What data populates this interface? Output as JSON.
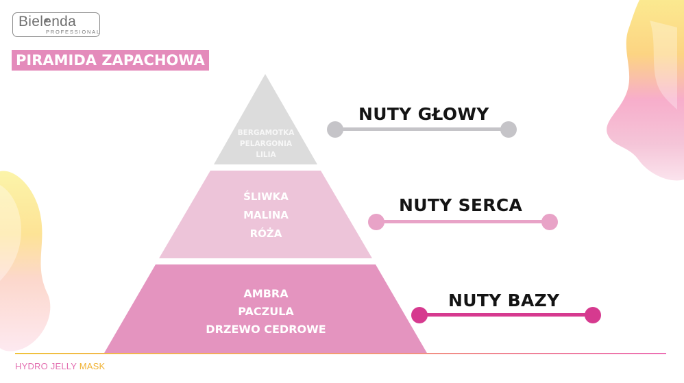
{
  "brand": {
    "name": "Bielenda",
    "sub": "PROFESSIONAL"
  },
  "title": "PIRAMIDA ZAPACHOWA",
  "pyramid": {
    "top": {
      "lines": [
        "BERGAMOTKA",
        "PELARGONIA",
        "LILIA"
      ]
    },
    "middle": {
      "lines": [
        "ŚLIWKA",
        "MALINA",
        "RÓŻA"
      ]
    },
    "base": {
      "lines": [
        "AMBRA",
        "PACZULA",
        "DRZEWO CEDROWE"
      ]
    }
  },
  "notes": [
    {
      "label": "NUTY GŁOWY",
      "color": "#c5c4c8"
    },
    {
      "label": "NUTY SERCA",
      "color": "#e8a3c7"
    },
    {
      "label": "NUTY BAZY",
      "color": "#d63a8f"
    }
  ],
  "colors": {
    "tier_top": "#dcdcdc",
    "tier_middle": "#edc4d9",
    "tier_base": "#e494bf",
    "accent": "#e48bbb"
  },
  "footer": {
    "text_main": "HYDRO JELLY",
    "text_accent": "MASK",
    "main_color": "#e36fb0",
    "accent_color": "#f0b232"
  }
}
